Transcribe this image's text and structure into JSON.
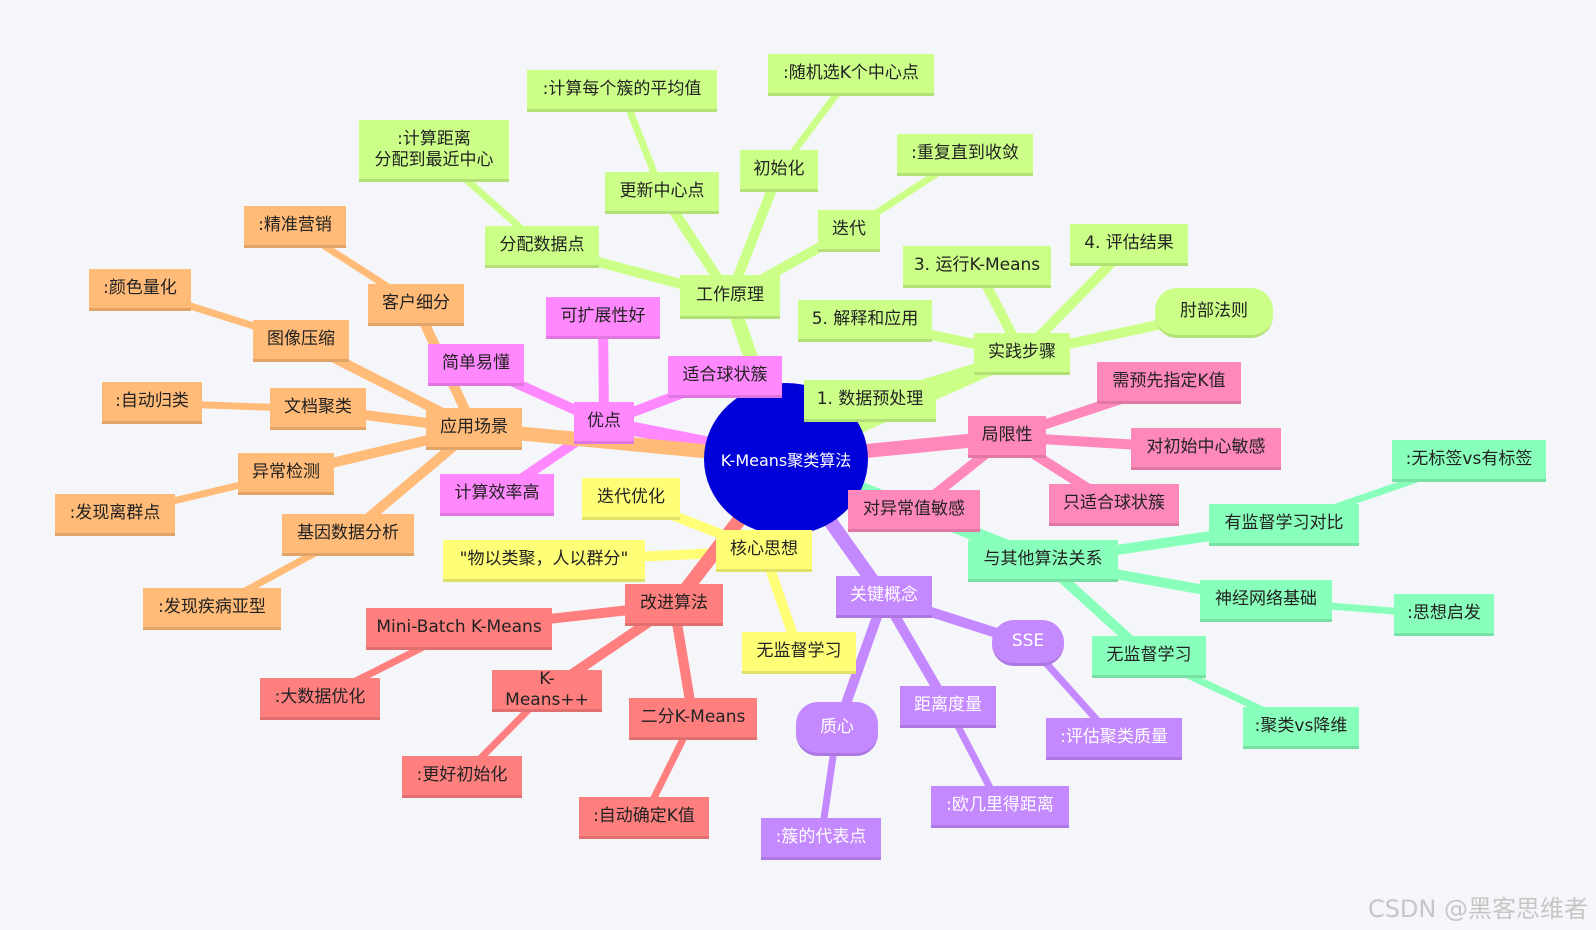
{
  "root": "K-Means聚类算法",
  "colors": {
    "root": "#0000d8",
    "lime": "#ccff88",
    "lime_edge": "#ccff88",
    "green": "#88ffbb",
    "green_edge": "#88ffbb",
    "pink": "#ff88bb",
    "magenta": "#ff88ff",
    "orange": "#ffbb77",
    "yellow": "#ffff77",
    "salmon": "#ff7f7f",
    "purple": "#c488ff"
  },
  "branches": {
    "working": {
      "label": "工作原理",
      "children": [
        {
          "label": "初始化",
          "leaf": ":随机选K个中心点"
        },
        {
          "label": "分配数据点",
          "leaf": ":计算距离\n分配到最近中心"
        },
        {
          "label": "更新中心点",
          "leaf": ":计算每个簇的平均值"
        },
        {
          "label": "迭代",
          "leaf": ":重复直到收敛"
        }
      ]
    },
    "practice": {
      "label": "实践步骤",
      "children": [
        "1. 数据预处理",
        "3. 运行K-Means",
        "4. 评估结果",
        "5. 解释和应用",
        "肘部法则"
      ]
    },
    "limits": {
      "label": "局限性",
      "children": [
        "需预先指定K值",
        "对初始中心敏感",
        "只适合球状簇",
        "对异常值敏感"
      ]
    },
    "relations": {
      "label": "与其他算法关系",
      "children": [
        {
          "label": "有监督学习对比",
          "leaf": ":无标签vs有标签"
        },
        {
          "label": "神经网络基础",
          "leaf": ":思想启发"
        },
        {
          "label": "无监督学习",
          "leaf": ":聚类vs降维"
        }
      ]
    },
    "concepts": {
      "label": "关键概念",
      "children": [
        {
          "label": "SSE",
          "leaf": ":评估聚类质量"
        },
        {
          "label": "距离度量",
          "leaf": ":欧几里得距离"
        },
        {
          "label": "质心",
          "leaf": ":簇的代表点"
        }
      ]
    },
    "core": {
      "label": "核心思想",
      "children": [
        "迭代优化",
        "\"物以类聚，人以群分\"",
        "无监督学习"
      ]
    },
    "improve": {
      "label": "改进算法",
      "children": [
        {
          "label": "Mini-Batch K-Means",
          "leaf": ":大数据优化"
        },
        {
          "label": "K-Means++",
          "leaf": ":更好初始化"
        },
        {
          "label": "二分K-Means",
          "leaf": ":自动确定K值"
        }
      ]
    },
    "advantages": {
      "label": "优点",
      "children": [
        "可扩展性好",
        "适合球状簇",
        "简单易懂",
        "计算效率高"
      ]
    },
    "applications": {
      "label": "应用场景",
      "children": [
        {
          "label": "客户细分",
          "leaf": ":精准营销"
        },
        {
          "label": "图像压缩",
          "leaf": ":颜色量化"
        },
        {
          "label": "文档聚类",
          "leaf": ":自动归类"
        },
        {
          "label": "异常检测",
          "leaf": ":发现离群点"
        },
        {
          "label": "基因数据分析",
          "leaf": ":发现疾病亚型"
        }
      ]
    }
  },
  "watermark": "CSDN @黑客思维者"
}
